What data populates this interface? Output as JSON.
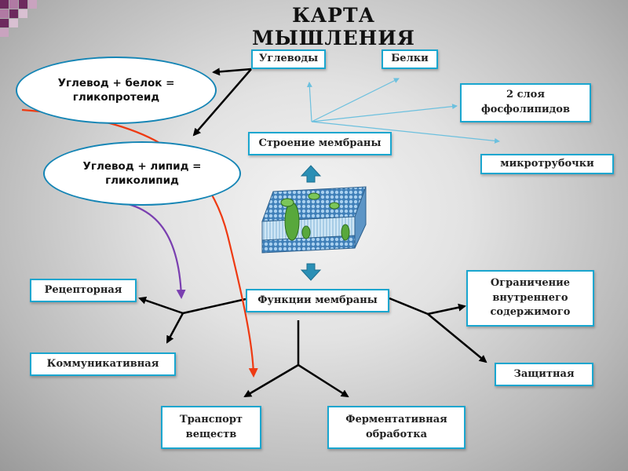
{
  "title": "КАРТА  МЫШЛЕНИЯ",
  "ellipses": {
    "glycoprotein": "Углевод + белок =\nгликопротеид",
    "glycolipid": "Углевод + липид =\nгликолипид"
  },
  "structure": {
    "center": "Строение мембраны",
    "carbohydrates": "Углеводы",
    "proteins": "Белки",
    "phospholipids": "2 слоя\nфосфолипидов",
    "microtubules": "микротрубочки"
  },
  "functions": {
    "center": "Функции мембраны",
    "receptor": "Рецепторная",
    "communicative": "Коммуникативная",
    "transport": "Транспорт\nвеществ",
    "enzymatic": "Ферментативная\nобработка",
    "restriction": "Ограничение\nвнутреннего\nсодержимого",
    "protective": "Защитная"
  },
  "colors": {
    "box_border": "#1aa6cf",
    "ellipse_border": "#1585b5",
    "blue_arrow": "#2a8fb5",
    "red_arrow": "#ee3a12",
    "purple_arrow": "#7a3fb0",
    "thin_lines": "#6cc0de"
  },
  "icons": {
    "arrow_up": "arrow-up-icon",
    "arrow_down": "arrow-down-icon",
    "membrane": "cell-membrane-illustration"
  }
}
